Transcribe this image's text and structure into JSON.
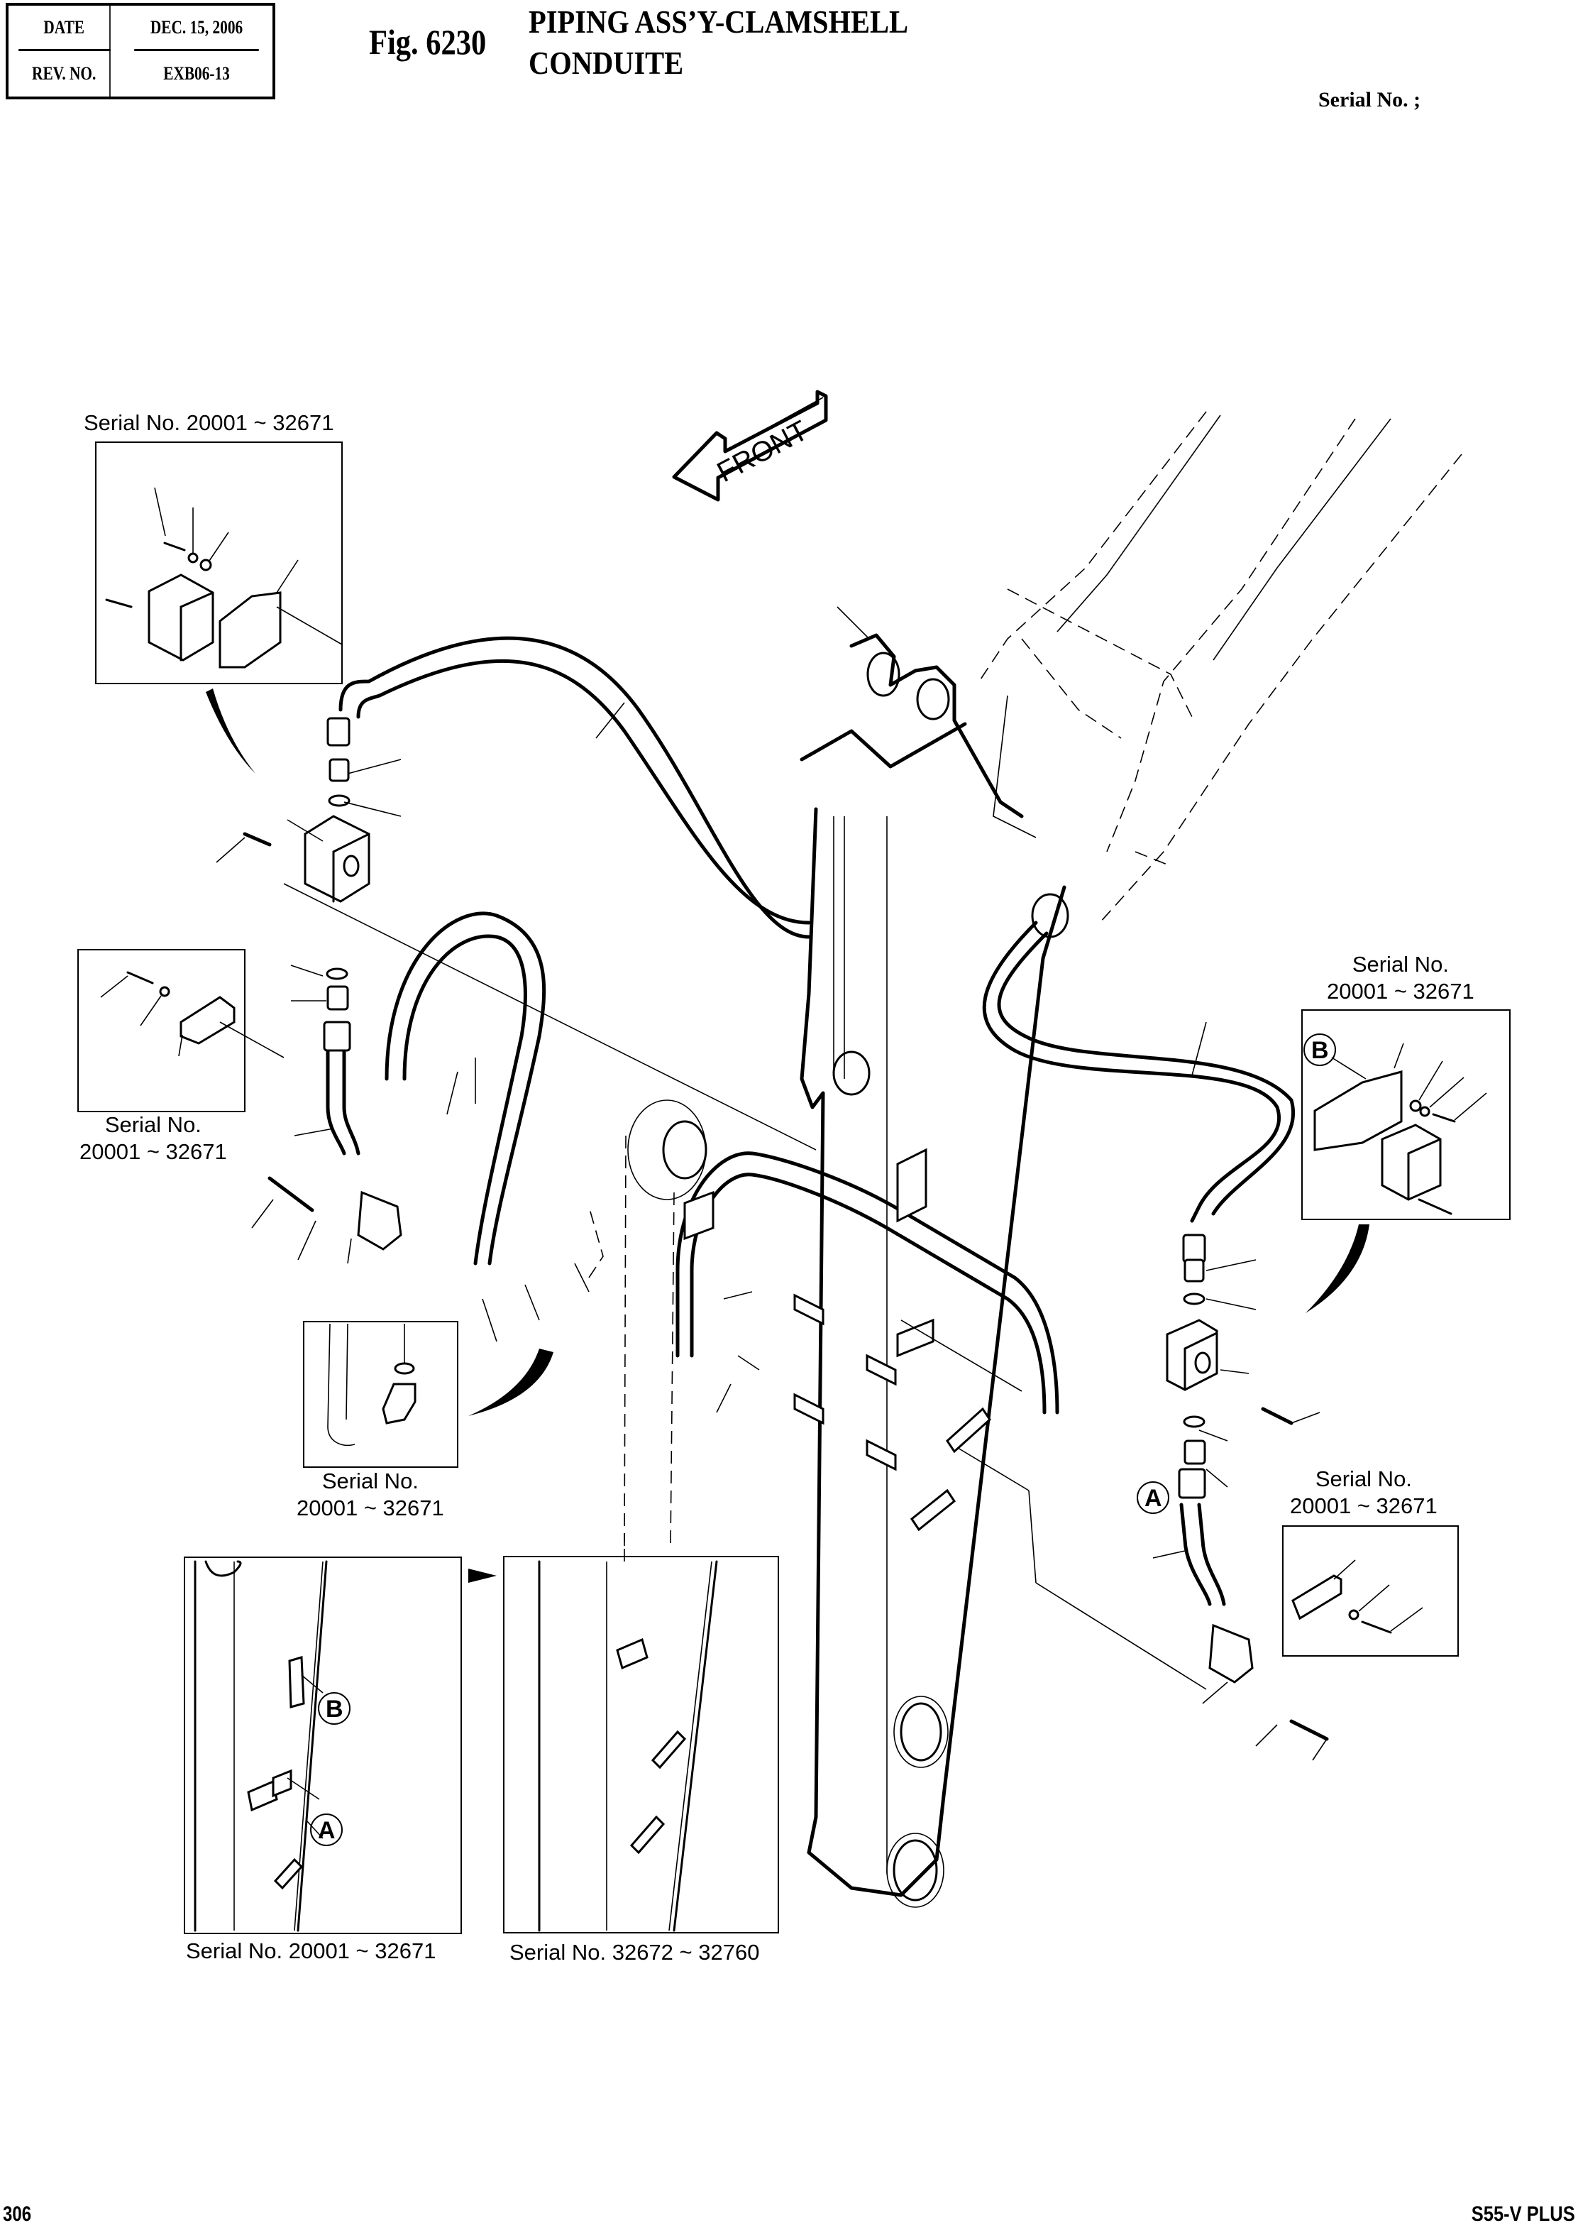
{
  "header": {
    "date_label": "DATE",
    "date_value": "DEC. 15, 2006",
    "rev_label": "REV. NO.",
    "rev_value": "EXB06-13",
    "figure_number": "Fig. 6230",
    "title_line1": "PIPING ASS’Y-CLAMSHELL",
    "title_line2": "CONDUITE",
    "serial_header": "Serial No. ;"
  },
  "direction_arrow": {
    "label": "FRONT"
  },
  "insets": [
    {
      "id": "top-left-bracket",
      "label": "Serial No. 20001 ~ 32671"
    },
    {
      "id": "left-clamp",
      "label_line1": "Serial No.",
      "label_line2": "20001 ~ 32671"
    },
    {
      "id": "center-elbow",
      "label_line1": "Serial No.",
      "label_line2": "20001 ~ 32671"
    },
    {
      "id": "right-bracket-b",
      "label_line1": "Serial No.",
      "label_line2": "20001 ~ 32671",
      "callout": "B"
    },
    {
      "id": "right-clamp",
      "label_line1": "Serial No.",
      "label_line2": "20001 ~ 32671"
    },
    {
      "id": "bottom-old",
      "label": "Serial No. 20001 ~ 32671",
      "callouts": [
        "B",
        "A"
      ]
    },
    {
      "id": "bottom-new",
      "label": "Serial No. 32672 ~ 32760"
    }
  ],
  "callouts": {
    "a": "A",
    "b": "B"
  },
  "footer": {
    "page_number": "306",
    "model": "S55-V PLUS"
  }
}
